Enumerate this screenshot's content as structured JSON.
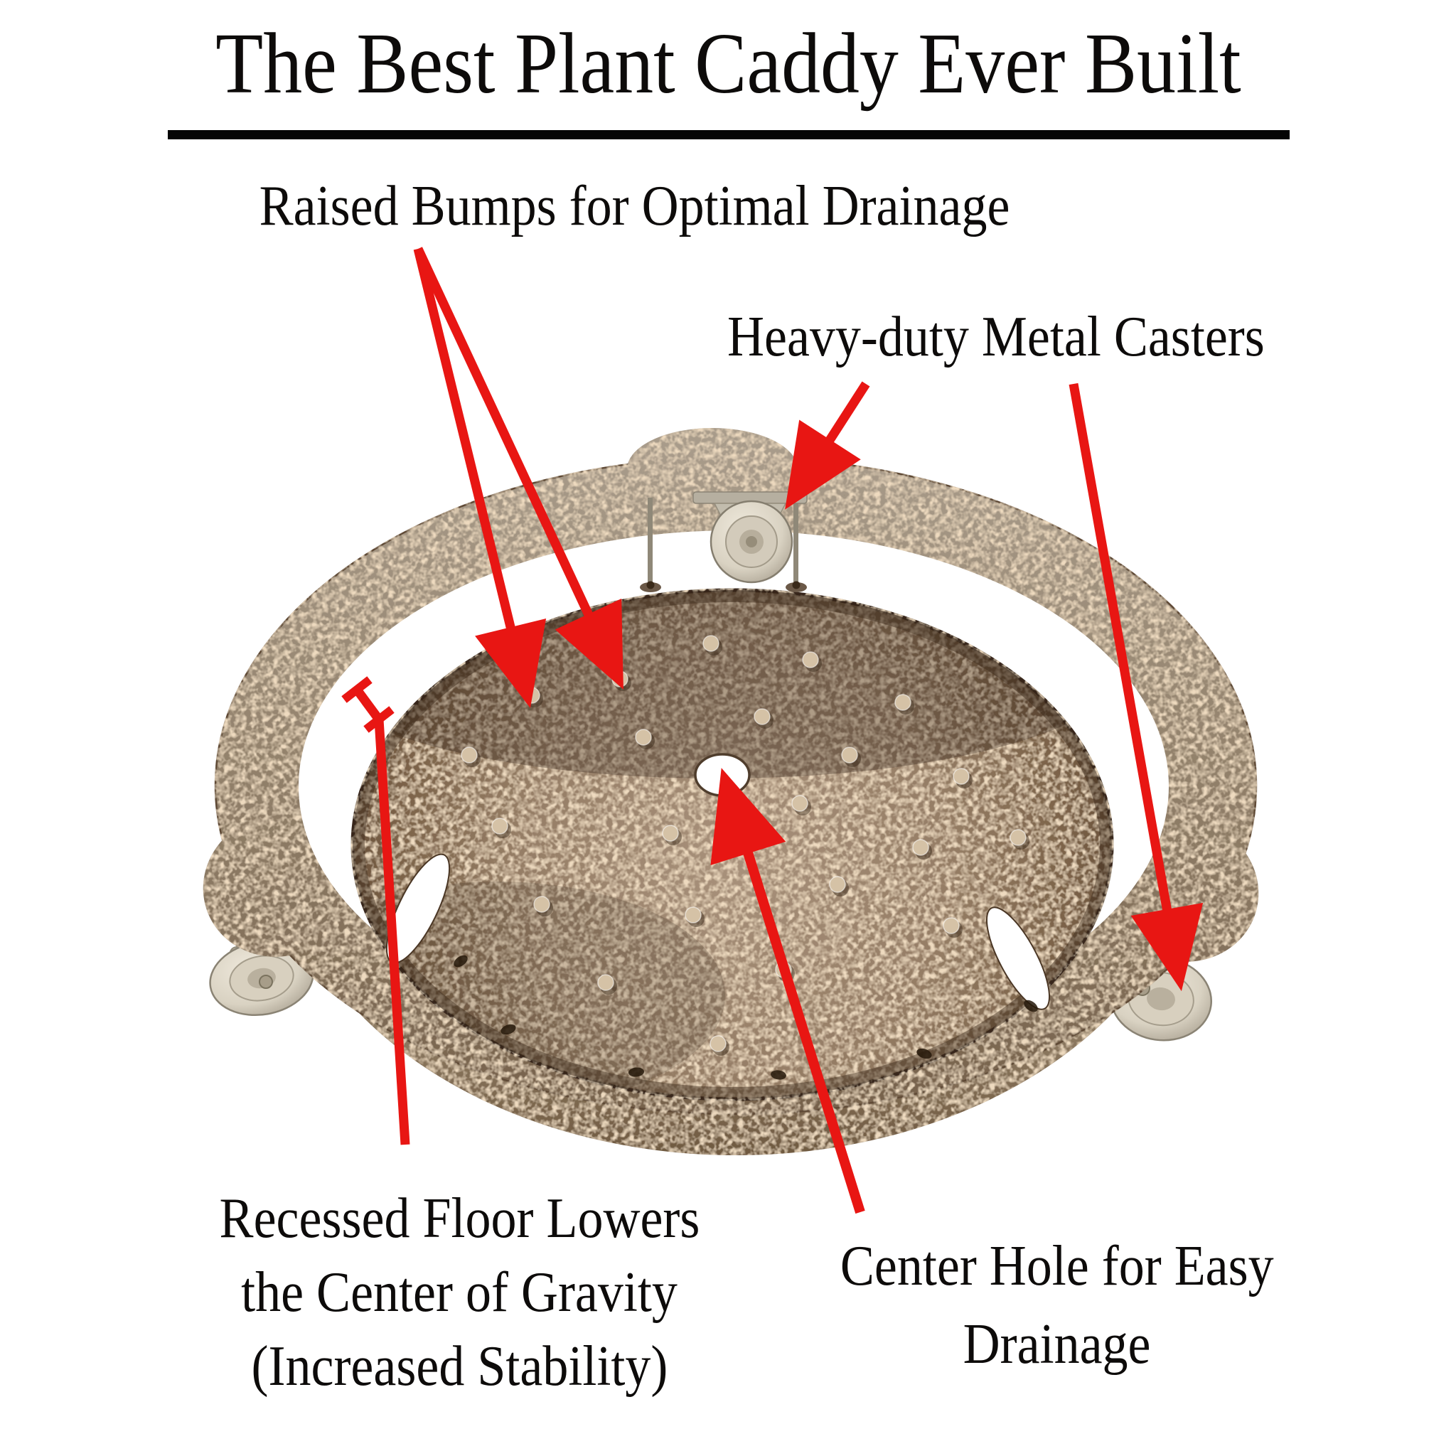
{
  "title": {
    "text": "The Best Plant Caddy Ever Built"
  },
  "callouts": {
    "raised_bumps": {
      "label": "Raised Bumps for Optimal Drainage"
    },
    "metal_casters": {
      "label": "Heavy-duty Metal Casters"
    },
    "recessed_floor": {
      "line1": "Recessed Floor Lowers",
      "line2": "the Center of Gravity",
      "line3": "(Increased Stability)"
    },
    "center_hole": {
      "line1": "Center Hole for Easy",
      "line2": "Drainage"
    }
  },
  "product": {
    "kind": "plant caddy dolly",
    "caster_count_visible": 3,
    "drainage_bump_count_visible": 22,
    "center_hole_count": 1
  },
  "colors": {
    "background": "#ffffff",
    "text_black": "#0d0b0a",
    "annotation_red": "#e81613",
    "bronze_ring": "#95846e",
    "bronze_ring_light": "#a89b8a",
    "bronze_ring_dark": "#75604a",
    "bronze_floor": "#947c64",
    "bronze_floor_dark": "#5f4733",
    "skirt_bronze": "#9c8a72",
    "caster_wheel": "#d9d2c2",
    "caster_metal": "#c9c2b1"
  }
}
